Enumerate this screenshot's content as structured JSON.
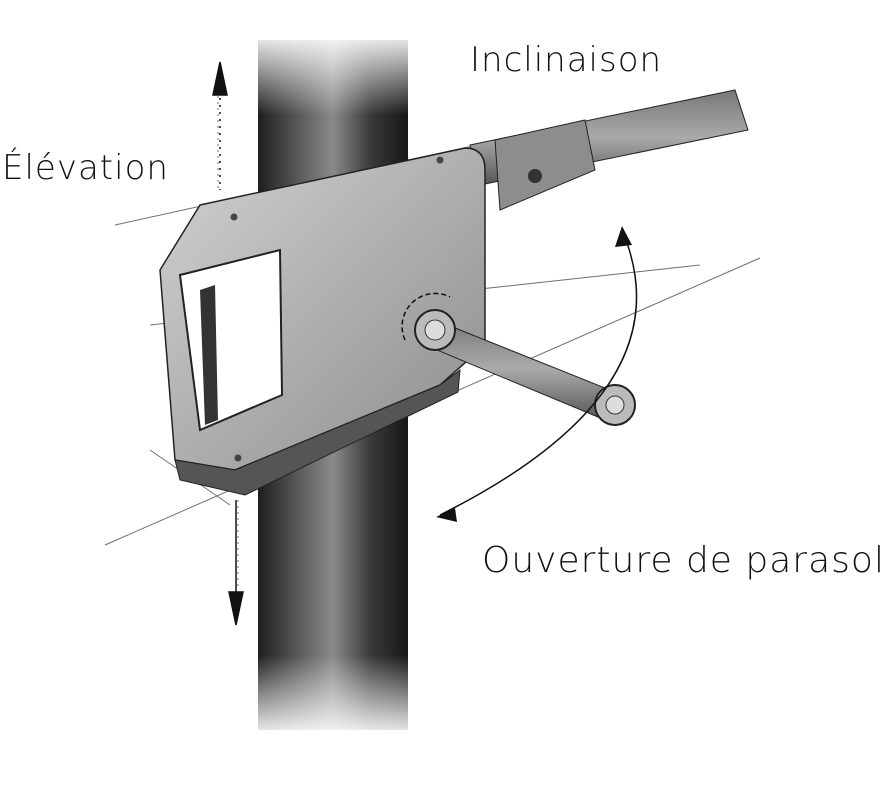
{
  "labels": {
    "inclination": "Inclinaison",
    "elevation": "Élévation",
    "opening": "Ouverture de parasol"
  },
  "colors": {
    "ink": "#111111",
    "pole_dark": "#2a2a2a",
    "housing": "#9a9a9a",
    "housing_light": "#c4c4c4"
  }
}
